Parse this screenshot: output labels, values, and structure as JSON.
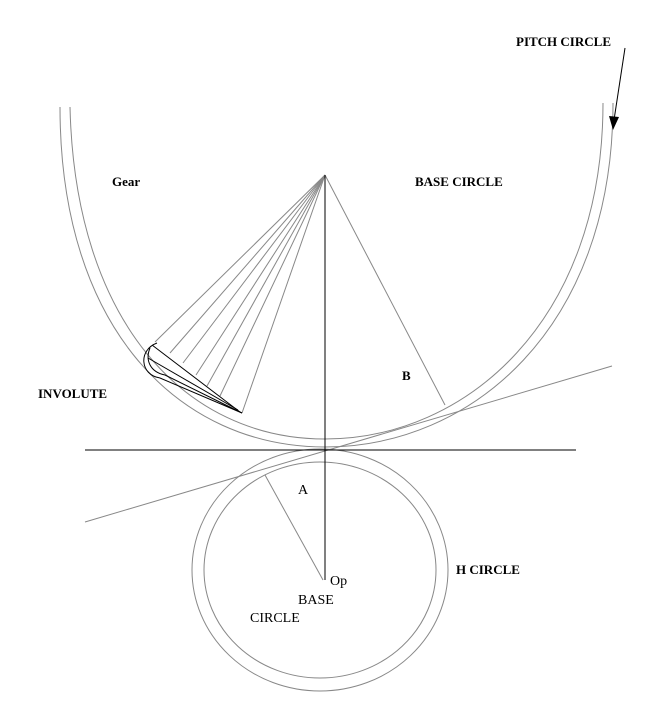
{
  "labels": {
    "pitch_circle": "PITCH CIRCLE",
    "gear": "Gear",
    "base_circle_top": "BASE CIRCLE",
    "involute": "INVOLUTE",
    "b": "B",
    "a": "A",
    "op": "Op",
    "base": "BASE",
    "circle": "CIRCLE",
    "h_circle": "H CIRCLE"
  },
  "colors": {
    "line": "#888888",
    "axis": "#000000"
  }
}
